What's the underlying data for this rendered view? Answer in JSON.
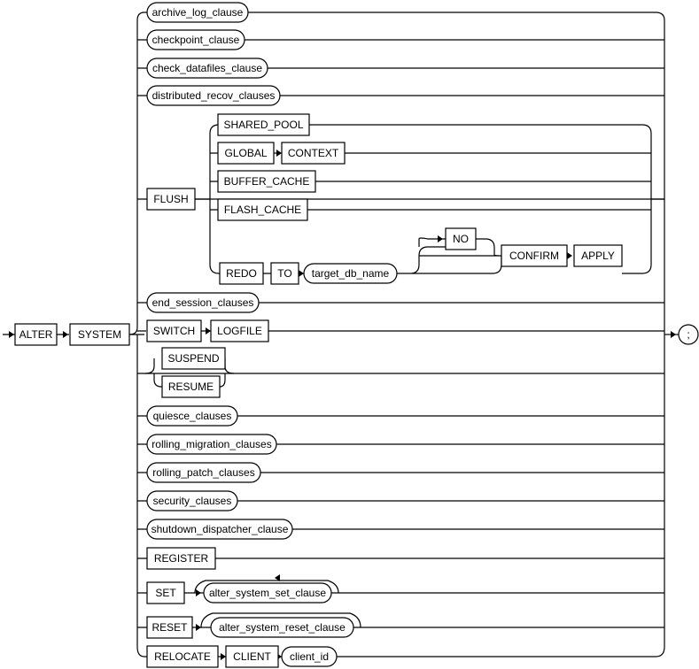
{
  "diagram": {
    "start": {
      "alter": "ALTER",
      "system": "SYSTEM"
    },
    "end": {
      "semicolon": ";"
    },
    "options": {
      "archive_log_clause": "archive_log_clause",
      "checkpoint_clause": "checkpoint_clause",
      "check_datafiles_clause": "check_datafiles_clause",
      "distributed_recov_clauses": "distributed_recov_clauses",
      "flush": "FLUSH",
      "end_session_clauses": "end_session_clauses",
      "switch": "SWITCH",
      "logfile": "LOGFILE",
      "suspend": "SUSPEND",
      "resume": "RESUME",
      "quiesce_clauses": "quiesce_clauses",
      "rolling_migration_clauses": "rolling_migration_clauses",
      "rolling_patch_clauses": "rolling_patch_clauses",
      "security_clauses": "security_clauses",
      "shutdown_dispatcher_clause": "shutdown_dispatcher_clause",
      "register": "REGISTER",
      "set": "SET",
      "alter_system_set_clause": "alter_system_set_clause",
      "reset": "RESET",
      "alter_system_reset_clause": "alter_system_reset_clause",
      "relocate": "RELOCATE",
      "client": "CLIENT",
      "client_id": "client_id"
    },
    "flush_options": {
      "shared_pool": "SHARED_POOL",
      "global": "GLOBAL",
      "context": "CONTEXT",
      "buffer_cache": "BUFFER_CACHE",
      "flash_cache": "FLASH_CACHE",
      "redo": "REDO",
      "to": "TO",
      "target_db_name": "target_db_name",
      "no": "NO",
      "confirm": "CONFIRM",
      "apply": "APPLY"
    }
  }
}
